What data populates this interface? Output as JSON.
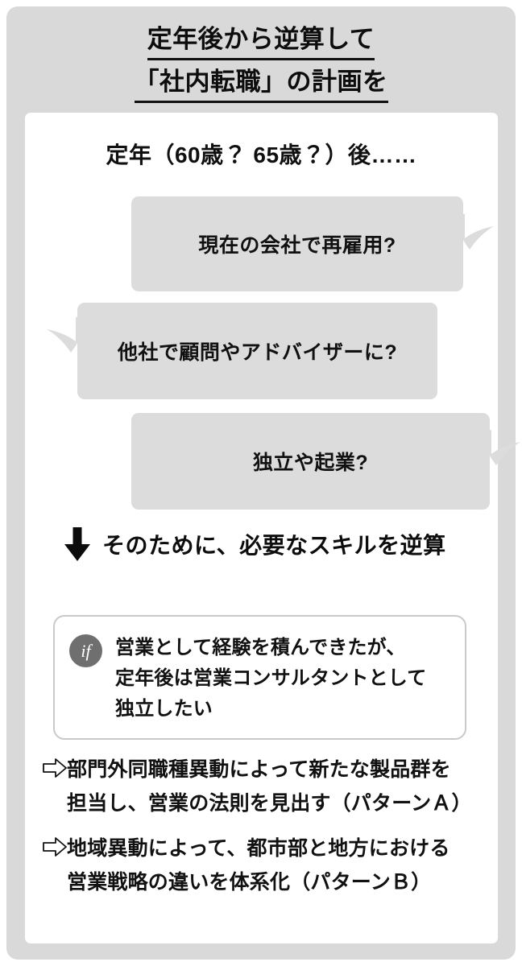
{
  "title": {
    "line1": "定年後から逆算して",
    "line2": "「社内転職」の計画を"
  },
  "card": {
    "lead": "定年（60歳？ 65歳？）後……",
    "bubbles": [
      {
        "text": "現在の会社で再雇用?",
        "tail": "right"
      },
      {
        "text": "他社で顧問やアドバイザーに?",
        "tail": "left"
      },
      {
        "text": "独立や起業?",
        "tail": "right"
      }
    ],
    "arrow_caption": "そのために、必要なスキルを逆算",
    "if_box": {
      "badge": "if",
      "lines": [
        "営業として経験を積んできたが、",
        "定年後は営業コンサルタントとして",
        "独立したい"
      ]
    },
    "outcomes": [
      {
        "marker": "rightwards-white-arrow",
        "lines": [
          "部門外同職種異動によって新たな製品群を",
          "担当し、営業の法則を見出す（パターンＡ）"
        ]
      },
      {
        "marker": "rightwards-white-arrow",
        "lines": [
          "地域異動によって、都市部と地方における",
          "営業戦略の違いを体系化（パターンＢ）"
        ]
      }
    ]
  },
  "colors": {
    "panel_bg": "#d9d9d9",
    "card_bg": "#ffffff",
    "bubble_bg": "#dcdcdc",
    "badge_bg": "#6f6f6f",
    "text": "#111111",
    "if_box_border": "#c9c9c9"
  }
}
